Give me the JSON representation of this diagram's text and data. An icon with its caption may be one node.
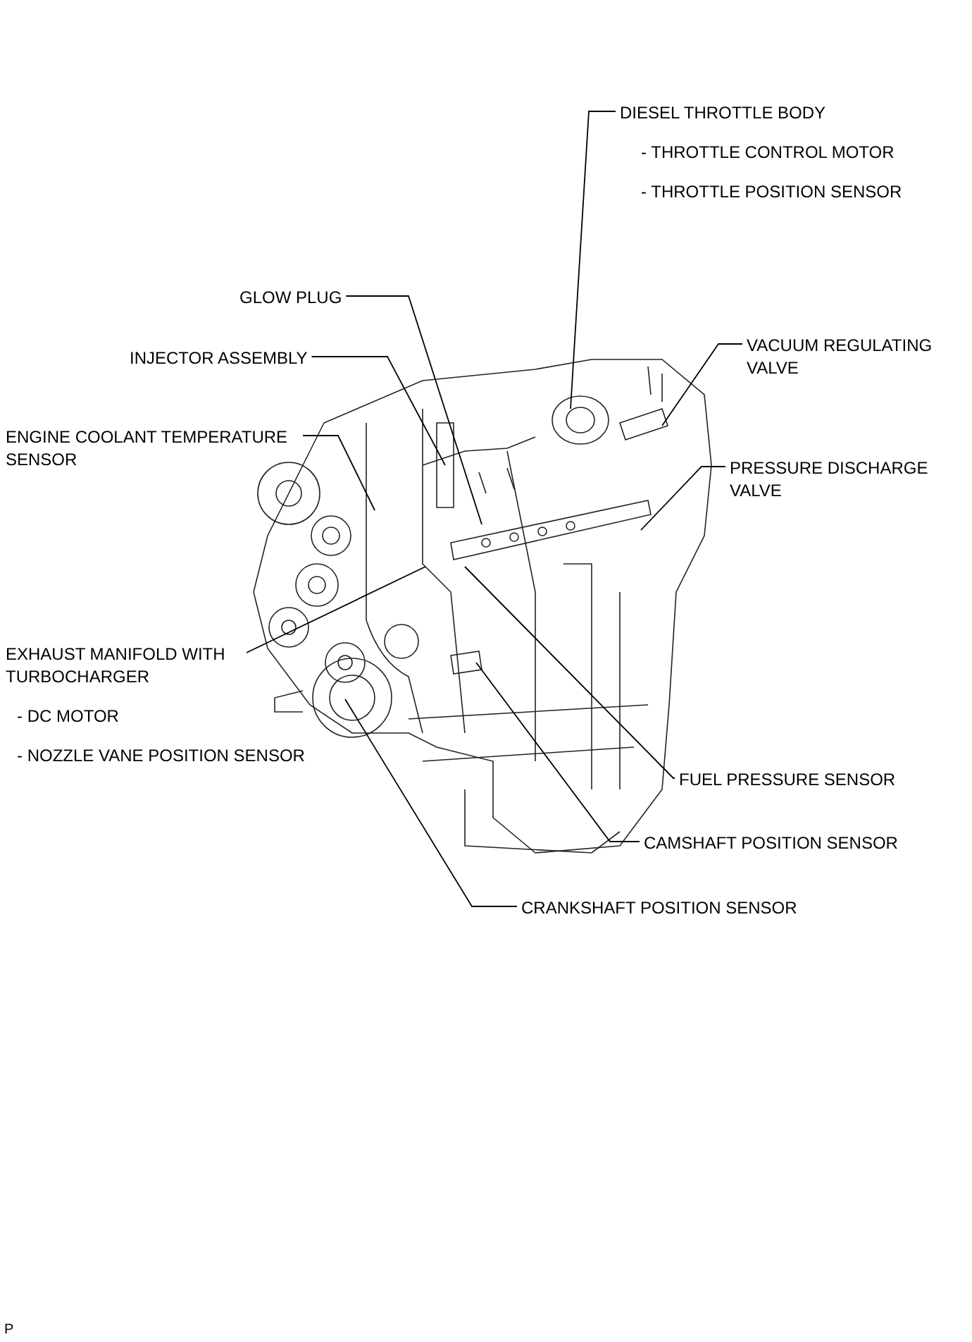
{
  "diagram": {
    "nodes": [
      {
        "text": [
          "DIESEL THROTTLE BODY"
        ],
        "beside": [
          "- THROTTLE CONTROL MOTOR",
          "- THROTTLE POSITION SENSOR"
        ]
      },
      {
        "text": [
          "GLOW PLUG"
        ]
      },
      {
        "text": [
          "VACUUM REGULATING VALVE"
        ]
      },
      {
        "text": [
          "INJECTOR ASSEMBLY"
        ]
      },
      {
        "text": [
          "ENGINE COOLANT TEMPERATURE SENSOR"
        ]
      },
      {
        "text": [
          "PRESSURE DISCHARGE VALVE"
        ]
      },
      {
        "text": [
          "EXHAUST MANIFOLD WITH TURBOCHARGER"
        ],
        "beside": [
          "- DC MOTOR",
          "- NOZZLE VANE POSITION SENSOR"
        ]
      },
      {
        "text": [
          "FUEL PRESSURE SENSOR"
        ]
      },
      {
        "text": [
          "CAMSHAFT POSITION SENSOR"
        ]
      },
      {
        "text": [
          "CRANKSHAFT POSITION SENSOR"
        ]
      }
    ],
    "edges": [
      {
        "from": 0,
        "to": null,
        "arrow": "none"
      },
      {
        "from": 1,
        "to": null,
        "arrow": "none"
      },
      {
        "from": 2,
        "to": null,
        "arrow": "none"
      },
      {
        "from": 3,
        "to": null,
        "arrow": "none"
      },
      {
        "from": 4,
        "to": null,
        "arrow": "none"
      },
      {
        "from": 5,
        "to": null,
        "arrow": "none"
      },
      {
        "from": 6,
        "to": null,
        "arrow": "none"
      },
      {
        "from": 7,
        "to": null,
        "arrow": "none"
      },
      {
        "from": 8,
        "to": null,
        "arrow": "none"
      },
      {
        "from": 9,
        "to": null,
        "arrow": "none"
      }
    ],
    "labels": [
      "P"
    ]
  }
}
